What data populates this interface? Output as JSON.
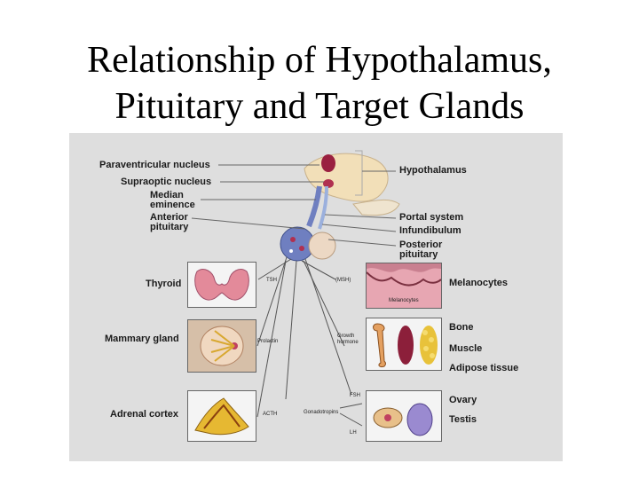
{
  "slide": {
    "title_line1": "Relationship of Hypothalamus,",
    "title_line2": "Pituitary and Target Glands"
  },
  "diagram": {
    "left_labels": {
      "paraventricular": "Paraventricular nucleus",
      "supraoptic": "Supraoptic nucleus",
      "median1": "Median",
      "median2": "eminence",
      "anterior1": "Anterior",
      "anterior2": "pituitary"
    },
    "right_labels": {
      "hypothalamus": "Hypothalamus",
      "portal": "Portal system",
      "infundibulum": "Infundibulum",
      "posterior1": "Posterior",
      "posterior2": "pituitary"
    },
    "targets": {
      "thyroid": "Thyroid",
      "mammary": "Mammary gland",
      "adrenal": "Adrenal cortex",
      "melanocytes": "Melanocytes",
      "bone": "Bone",
      "muscle": "Muscle",
      "adipose": "Adipose tissue",
      "ovary": "Ovary",
      "testis": "Testis"
    },
    "hormones": {
      "tsh": "TSH",
      "msh": "(MSH)",
      "prolactin": "Prolactin",
      "growth1": "Growth",
      "growth2": "hormone",
      "acth": "ACTH",
      "gonadotropins": "Gonadotropins",
      "fsh": "FSH",
      "lh": "LH",
      "melanocytes_small": "Melanocytes"
    },
    "colors": {
      "panel": "#dedede",
      "thyroid": "#e38a9a",
      "skin": "#e7a6b2",
      "bone": "#e4a060",
      "muscle": "#8c1f3a",
      "adipose": "#e8c23a",
      "adrenal": "#e6b832",
      "brain": "#f2dfb8",
      "gland": "#6f7fc0",
      "nuclei": "#9a2040"
    }
  }
}
